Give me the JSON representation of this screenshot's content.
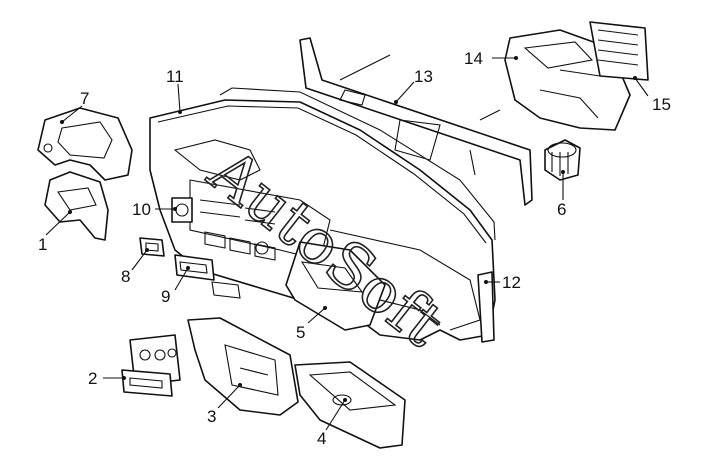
{
  "watermark": "AutoSoft",
  "callouts": [
    "1",
    "2",
    "3",
    "4",
    "5",
    "6",
    "7",
    "8",
    "9",
    "10",
    "11",
    "12",
    "13",
    "14",
    "15"
  ]
}
